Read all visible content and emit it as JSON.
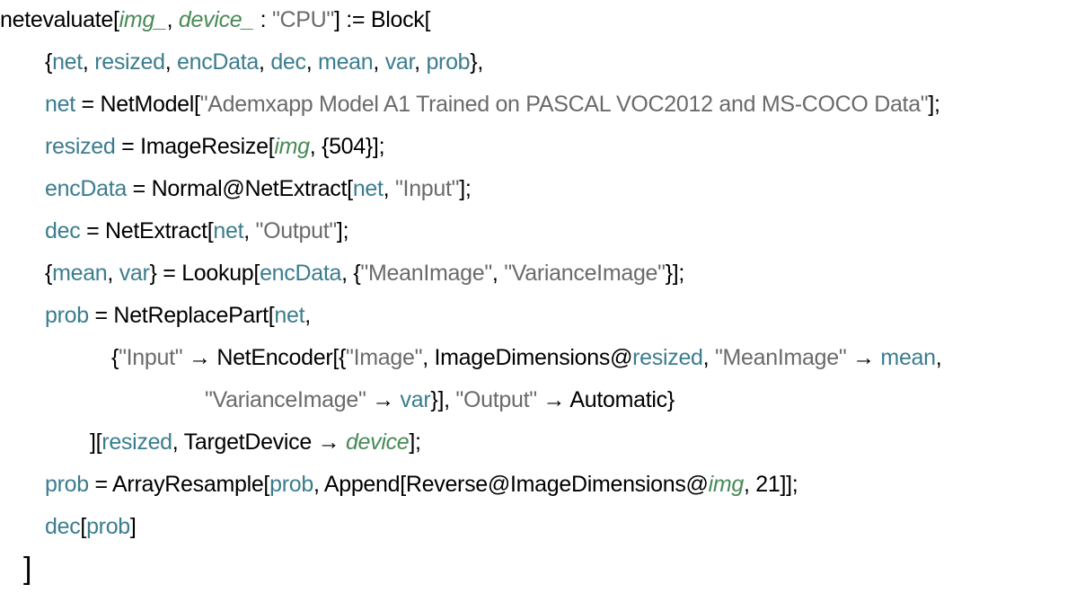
{
  "colors": {
    "plain": "#000000",
    "variable": "#3b7d8e",
    "string": "#6a6a6a",
    "pattern": "#478a56"
  },
  "code_lines": [
    [
      [
        "netevaluate[",
        "k"
      ],
      [
        "img_",
        "p"
      ],
      [
        ", ",
        "k"
      ],
      [
        "device_",
        "p"
      ],
      [
        " : ",
        "k"
      ],
      [
        "\"CPU\"",
        "s"
      ],
      [
        "] := Block[",
        "k"
      ]
    ],
    [
      [
        "{",
        "k"
      ],
      [
        "net",
        "v"
      ],
      [
        ", ",
        "k"
      ],
      [
        "resized",
        "v"
      ],
      [
        ", ",
        "k"
      ],
      [
        "encData",
        "v"
      ],
      [
        ", ",
        "k"
      ],
      [
        "dec",
        "v"
      ],
      [
        ", ",
        "k"
      ],
      [
        "mean",
        "v"
      ],
      [
        ", ",
        "k"
      ],
      [
        "var",
        "v"
      ],
      [
        ", ",
        "k"
      ],
      [
        "prob",
        "v"
      ],
      [
        "},",
        "k"
      ]
    ],
    [
      [
        "net",
        "v"
      ],
      [
        " = NetModel[",
        "k"
      ],
      [
        "\"Ademxapp Model A1 Trained on PASCAL VOC2012 and MS-COCO Data\"",
        "s"
      ],
      [
        "];",
        "k"
      ]
    ],
    [
      [
        "resized",
        "v"
      ],
      [
        " = ImageResize[",
        "k"
      ],
      [
        "img",
        "p"
      ],
      [
        ", {504}];",
        "k"
      ]
    ],
    [
      [
        "encData",
        "v"
      ],
      [
        " = Normal@NetExtract[",
        "k"
      ],
      [
        "net",
        "v"
      ],
      [
        ", ",
        "k"
      ],
      [
        "\"Input\"",
        "s"
      ],
      [
        "];",
        "k"
      ]
    ],
    [
      [
        "dec",
        "v"
      ],
      [
        " = NetExtract[",
        "k"
      ],
      [
        "net",
        "v"
      ],
      [
        ", ",
        "k"
      ],
      [
        "\"Output\"",
        "s"
      ],
      [
        "];",
        "k"
      ]
    ],
    [
      [
        "{",
        "k"
      ],
      [
        "mean",
        "v"
      ],
      [
        ", ",
        "k"
      ],
      [
        "var",
        "v"
      ],
      [
        "} = Lookup[",
        "k"
      ],
      [
        "encData",
        "v"
      ],
      [
        ", {",
        "k"
      ],
      [
        "\"MeanImage\"",
        "s"
      ],
      [
        ", ",
        "k"
      ],
      [
        "\"VarianceImage\"",
        "s"
      ],
      [
        "}];",
        "k"
      ]
    ],
    [
      [
        "prob",
        "v"
      ],
      [
        " = NetReplacePart[",
        "k"
      ],
      [
        "net",
        "v"
      ],
      [
        ",",
        "k"
      ]
    ],
    [
      [
        "{",
        "k"
      ],
      [
        "\"Input\"",
        "s"
      ],
      [
        " → NetEncoder[{",
        "k"
      ],
      [
        "\"Image\"",
        "s"
      ],
      [
        ", ImageDimensions@",
        "k"
      ],
      [
        "resized",
        "v"
      ],
      [
        ", ",
        "k"
      ],
      [
        "\"MeanImage\"",
        "s"
      ],
      [
        " → ",
        "k"
      ],
      [
        "mean",
        "v"
      ],
      [
        ",",
        "k"
      ]
    ],
    [
      [
        "\"VarianceImage\"",
        "s"
      ],
      [
        " → ",
        "k"
      ],
      [
        "var",
        "v"
      ],
      [
        "}], ",
        "k"
      ],
      [
        "\"Output\"",
        "s"
      ],
      [
        " → Automatic}",
        "k"
      ]
    ],
    [
      [
        "][",
        "k"
      ],
      [
        "resized",
        "v"
      ],
      [
        ", TargetDevice → ",
        "k"
      ],
      [
        "device",
        "p"
      ],
      [
        "];",
        "k"
      ]
    ],
    [
      [
        "prob",
        "v"
      ],
      [
        " = ArrayResample[",
        "k"
      ],
      [
        "prob",
        "v"
      ],
      [
        ", Append[Reverse@ImageDimensions@",
        "k"
      ],
      [
        "img",
        "p"
      ],
      [
        ", 21]];",
        "k"
      ]
    ],
    [
      [
        "dec",
        "v"
      ],
      [
        "[",
        "k"
      ],
      [
        "prob",
        "v"
      ],
      [
        "]",
        "k"
      ]
    ],
    [
      [
        "]",
        "k"
      ]
    ]
  ]
}
